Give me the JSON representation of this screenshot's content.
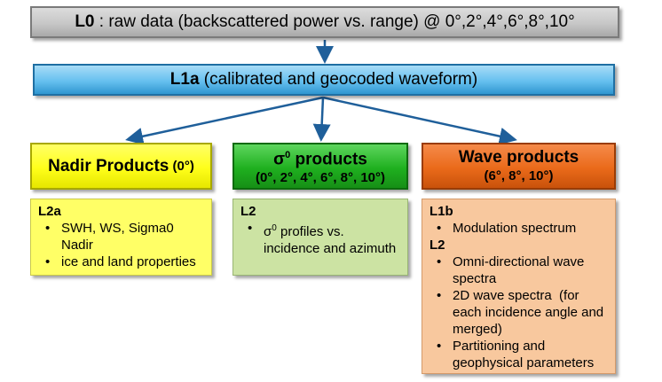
{
  "l0": {
    "level": "L0",
    "text": " : raw data (backscattered power vs. range) @ 0°,2°,4°,6°,8°,10°"
  },
  "l1a": {
    "level": "L1a",
    "text": " (calibrated and geocoded waveform)"
  },
  "nadir": {
    "title": "Nadir Products",
    "subtitle": " (0°)",
    "level": "L2a",
    "items": [
      "SWH, WS, Sigma0 Nadir",
      "ice and land properties"
    ]
  },
  "sigma": {
    "title_symbol": "σ",
    "title_sup": "0",
    "title": " products",
    "subtitle": "(0°, 2°, 4°, 6°, 8°, 10°)",
    "level": "L2",
    "item_symbol": "σ",
    "item_sup": "0",
    "item_text": " profiles vs. incidence and azimuth"
  },
  "wave": {
    "title": "Wave products",
    "subtitle": "(6°, 8°, 10°)",
    "level1": "L1b",
    "items1": [
      "Modulation spectrum"
    ],
    "level2": "L2",
    "items2": [
      "Omni-directional wave spectra",
      "2D wave spectra  (for each incidence angle and merged)",
      "Partitioning and geophysical parameters"
    ]
  },
  "colors": {
    "l0": "#c7c7c7",
    "l1a": "#66c0ef",
    "nadir": "#ffff1a",
    "sigma": "#1fb01f",
    "wave": "#ea6a1a",
    "arrow": "#1f5f9a"
  }
}
